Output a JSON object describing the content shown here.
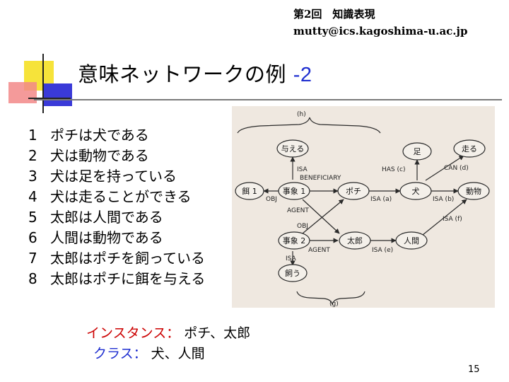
{
  "header": {
    "line1": "第2回　知識表現",
    "line2": "mutty@ics.kagoshima-u.ac.jp"
  },
  "title": {
    "text": "意味ネットワークの例",
    "suffix": "-2"
  },
  "items": [
    {
      "num": "1",
      "text": "ポチは犬である"
    },
    {
      "num": "2",
      "text": "犬は動物である"
    },
    {
      "num": "3",
      "text": "犬は足を持っている"
    },
    {
      "num": "4",
      "text": "犬は走ることができる"
    },
    {
      "num": "5",
      "text": "太郎は人間である"
    },
    {
      "num": "6",
      "text": "人間は動物である"
    },
    {
      "num": "7",
      "text": "太郎はポチを飼っている"
    },
    {
      "num": "8",
      "text": "太郎はポチに餌を与える"
    }
  ],
  "diagram": {
    "nodes": {
      "ataeru": "与える",
      "ashi": "足",
      "hashiru": "走る",
      "esa": "餌 1",
      "jisho1": "事象 1",
      "pochi": "ポチ",
      "inu": "犬",
      "doubutsu": "動物",
      "jisho2": "事象 2",
      "taro": "太郎",
      "ningen": "人間",
      "kau": "飼う"
    },
    "labels": {
      "h": "(h)",
      "g": "(g)",
      "isa1": "ISA",
      "beneficiary": "BENEFICIARY",
      "has_c": "HAS (c)",
      "can_d": "CAN (d)",
      "obj1": "OBJ",
      "isa_a": "ISA (a)",
      "isa_b": "ISA (b)",
      "agent1": "AGENT",
      "obj2": "OBJ",
      "isa_f": "ISA (f)",
      "agent2": "AGENT",
      "isa_e": "ISA (e)",
      "isa2": "ISA"
    }
  },
  "instance": {
    "label": "インスタンス：",
    "value": "ポチ、太郎"
  },
  "klass": {
    "label": "クラス：",
    "value": "犬、人間"
  },
  "page_number": "15"
}
